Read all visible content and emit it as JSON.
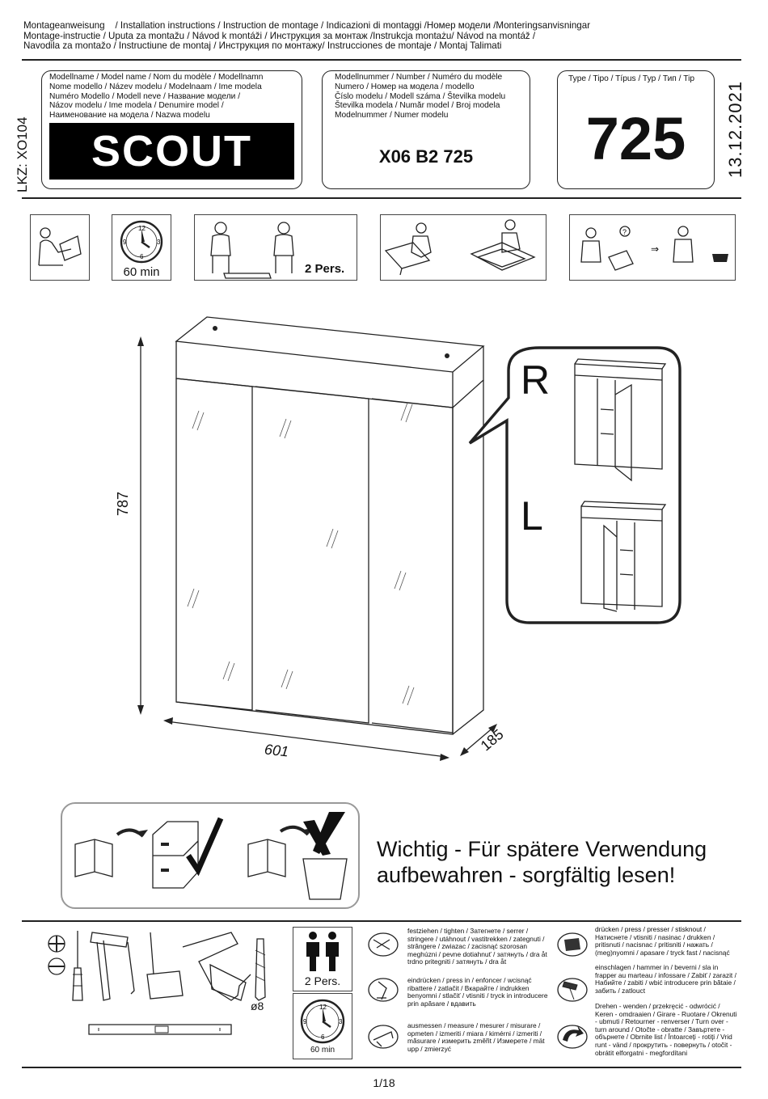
{
  "header": {
    "line1_a": "Montageanweisung",
    "line1_b": "/ Installation instructions / Instruction de montage / Indicazioni di montaggi /Номер модели /Monteringsanvisningar",
    "line2": "Montage-instructie / Uputa za montažu / Návod k montáži / Инструкция за монтаж /Instrukcja montażu/ Návod na montáž /",
    "line3": "Navodila za montažo / Instructiune de montaj / Инструкция по монтажу/ Instrucciones de montaje / Montaj Talimati"
  },
  "side_code": "LKZ: XO104",
  "date": "13.12.2021",
  "model_box": {
    "lines": [
      "Modellname / Model name / Nom du modèle / Modellnamn",
      "Nome modello / Název modelu / Modelnaam / Ime modela",
      "Numéro Modello / Modell neve / Название модели /",
      "Názov modelu / Ime modela / Denumire model /",
      "Наименование на модела / Nazwa modelu"
    ],
    "name": "SCOUT"
  },
  "number_box": {
    "lines": [
      "Modellnummer / Number / Numéro du modèle",
      "Numero / Номер на модела / modello",
      "Číslo modelu / Modell száma / Številka modelu",
      "Številka modela / Număr model / Broj modela",
      "Modelnummer / Numer modelu"
    ],
    "number": "X06 B2 725"
  },
  "type_box": {
    "label": "Type / Tipo / Típus / Typ / Тип / Tip",
    "value": "725"
  },
  "icons_row": {
    "time": "60 min",
    "persons": "2 Pers."
  },
  "dimensions": {
    "height": "787",
    "width": "601",
    "depth": "185"
  },
  "variants": [
    "R",
    "L"
  ],
  "important_note": {
    "line1": "Wichtig - Für spätere Verwendung",
    "line2": "aufbewahren - sorgfältig lesen!"
  },
  "tools": {
    "drill_size": "ø8",
    "persons": "2 Pers.",
    "time": "60 min"
  },
  "legend": {
    "tighten": "festziehen / tighten / Затегнете / serrer / stringere / utáhnout / vastitrekken / zategnuti / strângere / zwiazac / zacisnąć szorosan meghúzni / pevne dotiahnuť / затянуть / dra åt trdno pritegniti / затянуть / dra åt",
    "press_in": "eindrücken / press in / enfoncer / wcisnąć ribattere / zatlačit / Вкарайте / indrukken benyomni / stlačiť / vtisniti / tryck in introducere prin apăsare / вдавить",
    "measure": "ausmessen / measure / mesurer / misurare / opmeten / izmeriti / miara / kimérni / izmeriti / măsurare / измерить změřit / Измерете / mät upp / zmierzyć",
    "press": "drücken / press / presser / stisknout / Натиснете / vtisniti / nasinac / drukken / pritisnuti / nacisnac / pritisniti / нажать / (meg)nyomni / apasare / tryck fast / nacisnąć",
    "hammer": "einschlagen / hammer in / beverni / sla in frapper au marteau / infossare / Zabiť / zarazit / Набийте / zabiti / wbić introducere prin bătaie / забить / zatlouct",
    "turn": "Drehen - wenden / przekręcić - odwrócić / Keren - omdraaien / Girare - Ruotare / Okrenuti - ubmuti / Retourner - renverser / Turn over - turn around / Otočte - obratte / Завъртете - обърнете / Obrnite list / Întoarceți - rotiți / Vrid runt - vänd / прокрутить - повернуть / otočit - obrátit elforgatni - megfordítani"
  },
  "page_number": "1/18"
}
